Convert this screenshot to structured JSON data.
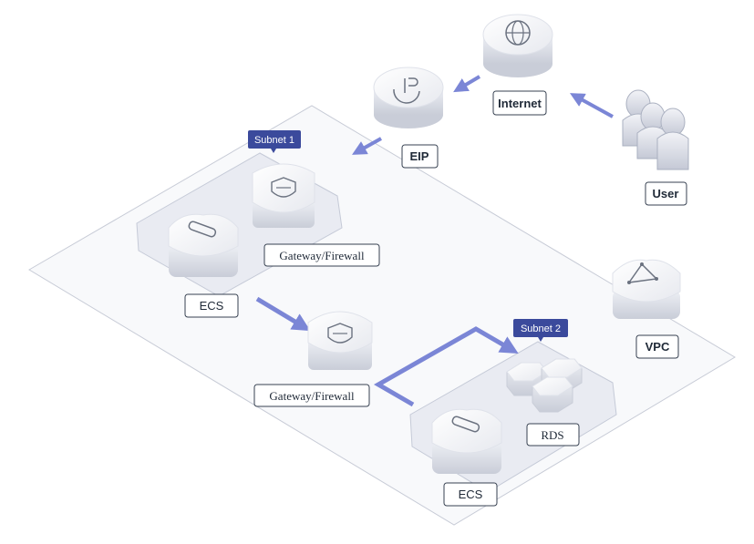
{
  "diagram": {
    "nodes": {
      "internet": "Internet",
      "eip": "EIP",
      "user": "User",
      "vpc": "VPC",
      "gateway_firewall_top": "Gateway/Firewall",
      "gateway_firewall_mid": "Gateway/Firewall",
      "ecs_top": "ECS",
      "ecs_bottom": "ECS",
      "rds": "RDS"
    },
    "subnets": {
      "subnet1": "Subnet 1",
      "subnet2": "Subnet 2"
    },
    "colors": {
      "arrow": "#7b86d6",
      "tag_bg": "#3b4a9c",
      "box_border": "#9aa3c4"
    },
    "icons": {
      "internet": "globe-icon",
      "eip": "ip-icon",
      "user": "users-icon",
      "vpc": "triangle-network-icon",
      "gateway": "shield-icon",
      "ecs": "server-icon",
      "rds": "database-cluster-icon"
    }
  }
}
